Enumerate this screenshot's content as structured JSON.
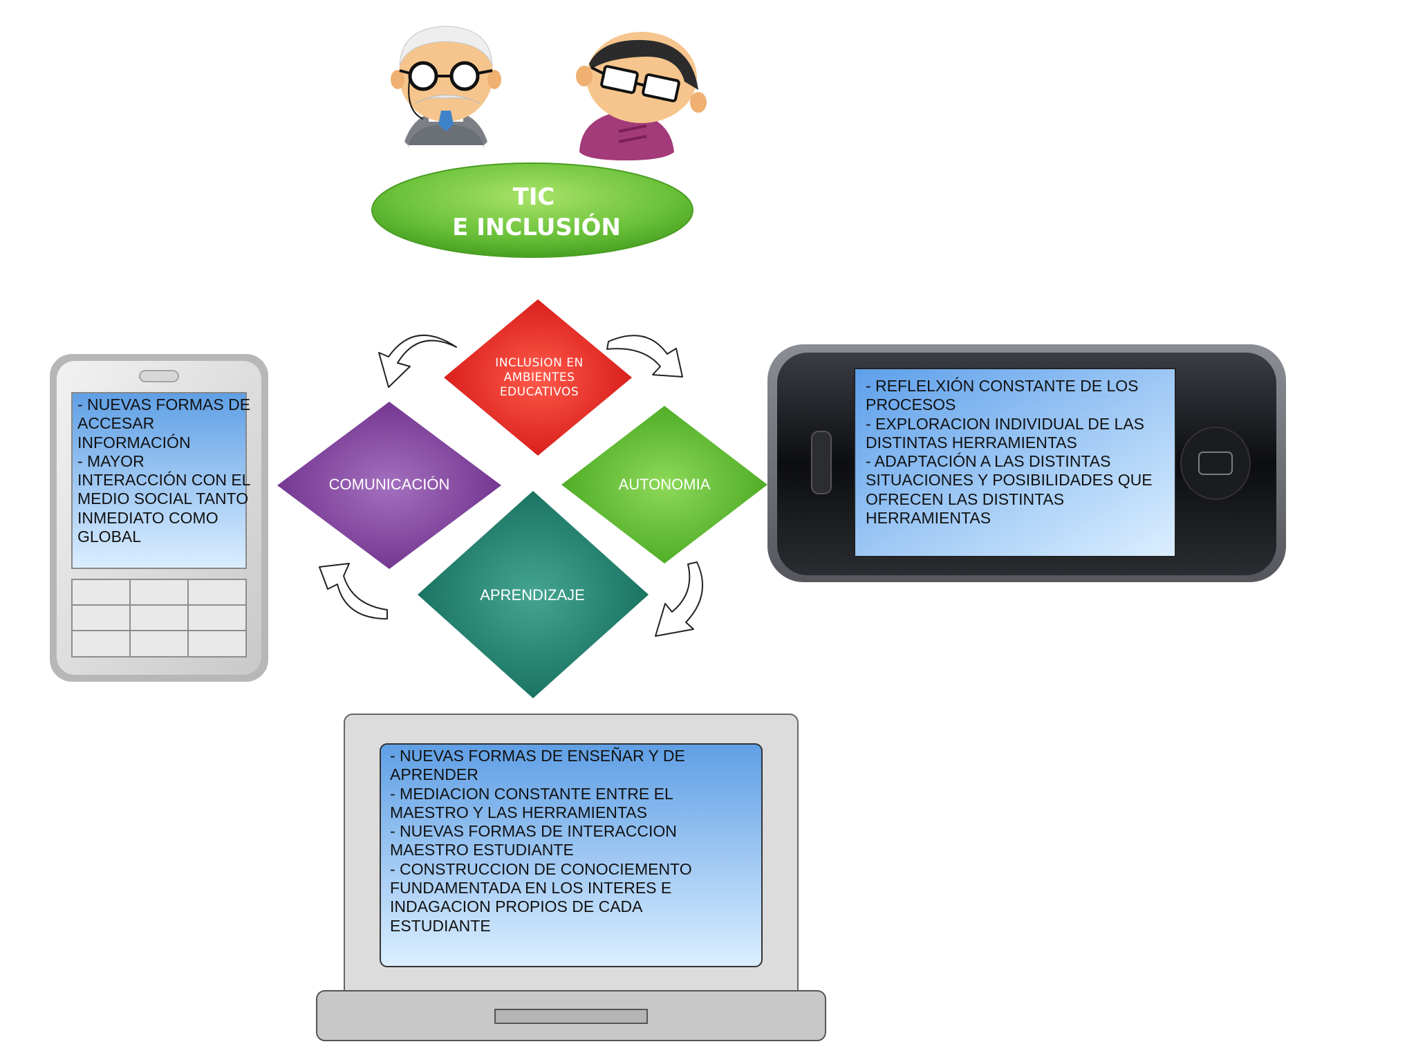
{
  "title": {
    "line1": "TIC",
    "line2": "E INCLUSIÓN"
  },
  "diamonds": {
    "inclusion": "INCLUSION EN\nAMBIENTES\nEDUCATIVOS",
    "comunicacion": "COMUNICACIÓN",
    "autonomia": "AUTONOMIA",
    "aprendizaje": "APRENDIZAJE"
  },
  "devices": {
    "cellphone_text": "- NUEVAS FORMAS DE\nACCESAR\nINFORMACIÓN\n- MAYOR\nINTERACCIÓN CON EL\nMEDIO SOCIAL TANTO\nINMEDIATO COMO\nGLOBAL",
    "smartphone_text": "- REFLELXIÓN CONSTANTE DE LOS\nPROCESOS\n- EXPLORACION INDIVIDUAL DE LAS\nDISTINTAS HERRAMIENTAS\n- ADAPTACIÓN A LAS DISTINTAS\nSITUACIONES Y POSIBILIDADES QUE\nOFRECEN LAS DISTINTAS\nHERRAMIENTAS",
    "laptop_text": "- NUEVAS FORMAS DE ENSEÑAR Y DE\nAPRENDER\n- MEDIACION CONSTANTE ENTRE EL\nMAESTRO Y LAS HERRAMIENTAS\n- NUEVAS FORMAS DE INTERACCION\nMAESTRO ESTUDIANTE\n- CONSTRUCCION DE CONOCIEMENTO\nFUNDAMENTADA EN LOS INTERES E\nINDAGACION PROPIOS DE CADA\nESTUDIANTE"
  },
  "colors": {
    "inclusion": "#e01c1c",
    "comunicacion": "#7d3a98",
    "autonomia": "#56b52a",
    "aprendizaje": "#1d7d6b",
    "title_ellipse": "#6cc23a",
    "screen_gradient_top": "#6aa9ee",
    "screen_gradient_bottom": "#dbeeff"
  },
  "icons": [
    "elderly-man-icon",
    "young-person-icon",
    "curved-arrow-icon"
  ]
}
